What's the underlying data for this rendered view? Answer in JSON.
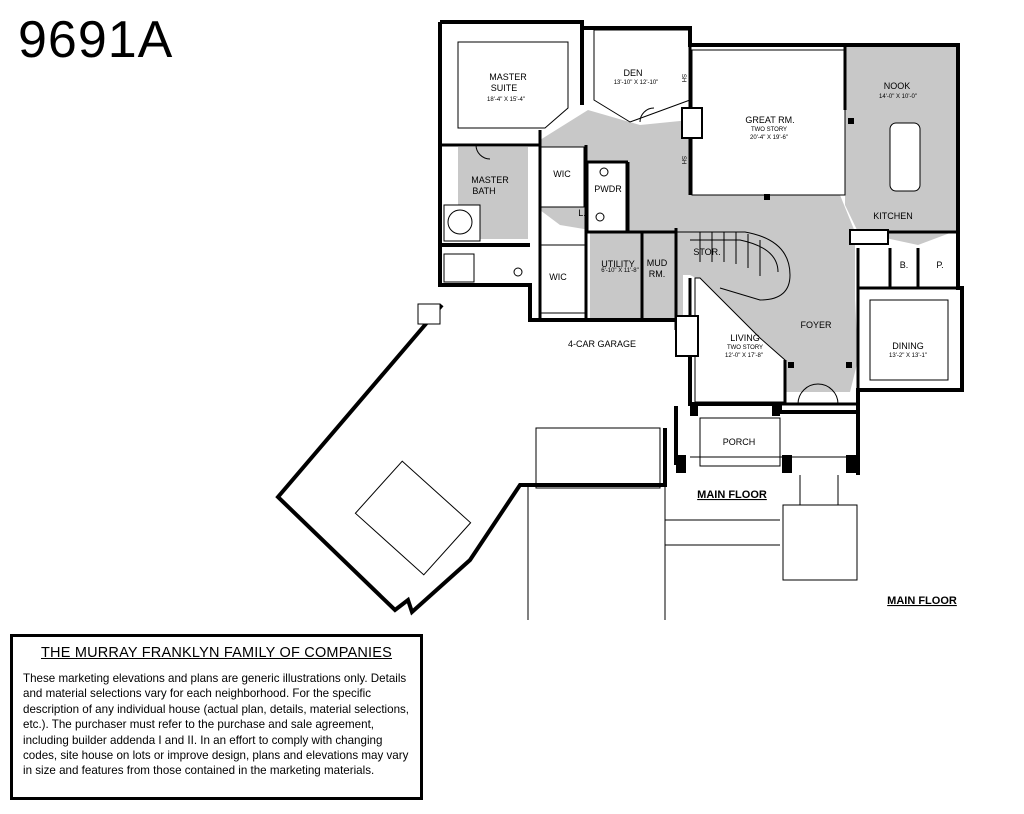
{
  "plan_id": "9691A",
  "floor_labels": {
    "main": "MAIN FLOOR"
  },
  "rooms": {
    "master_suite": {
      "name_line1": "MASTER",
      "name_line2": "SUITE",
      "dims": "18'-4\" X 15'-4\""
    },
    "den": {
      "name": "DEN",
      "dims": "13'-10\" X 12'-10\""
    },
    "great_room": {
      "name": "GREAT RM.",
      "note": "TWO STORY",
      "dims": "20'-4\" X 19'-6\""
    },
    "nook": {
      "name": "NOOK",
      "dims": "14'-0\" X 10'-0\""
    },
    "master_bath": {
      "name_line1": "MASTER",
      "name_line2": "BATH"
    },
    "wic": "WIC",
    "pwdr": "PWDR",
    "linen": "L.",
    "utility": {
      "name": "UTILITY",
      "dims": "6'-10\" X 11'-8\""
    },
    "mud_room": {
      "name_line1": "MUD",
      "name_line2": "RM."
    },
    "storage": "STOR.",
    "kitchen": "KITCHEN",
    "bench": "B.",
    "pantry": "P.",
    "living": {
      "name": "LIVING",
      "note": "TWO STORY",
      "dims": "12'-0\" X 17'-8\""
    },
    "foyer": "FOYER",
    "dining": {
      "name": "DINING",
      "dims": "13'-2\" X 13'-1\""
    },
    "garage": "4-CAR GARAGE",
    "porch": "PORCH",
    "shelf": "SH"
  },
  "disclaimer": {
    "heading": "THE MURRAY FRANKLYN FAMILY OF COMPANIES",
    "body": "These marketing elevations and plans are generic illustrations only. Details and material selections vary for each neighborhood. For the specific description of any individual house (actual plan, details, material selections, etc.). The purchaser must refer to the purchase and sale agreement, including builder addenda I and II. In an effort to comply with changing codes, site house on lots or improve design, plans and elevations may vary in size and features from those contained in the marketing materials."
  },
  "colors": {
    "wall": "#000000",
    "hall_fill": "#c8c8c8",
    "room_fill": "#ffffff"
  }
}
